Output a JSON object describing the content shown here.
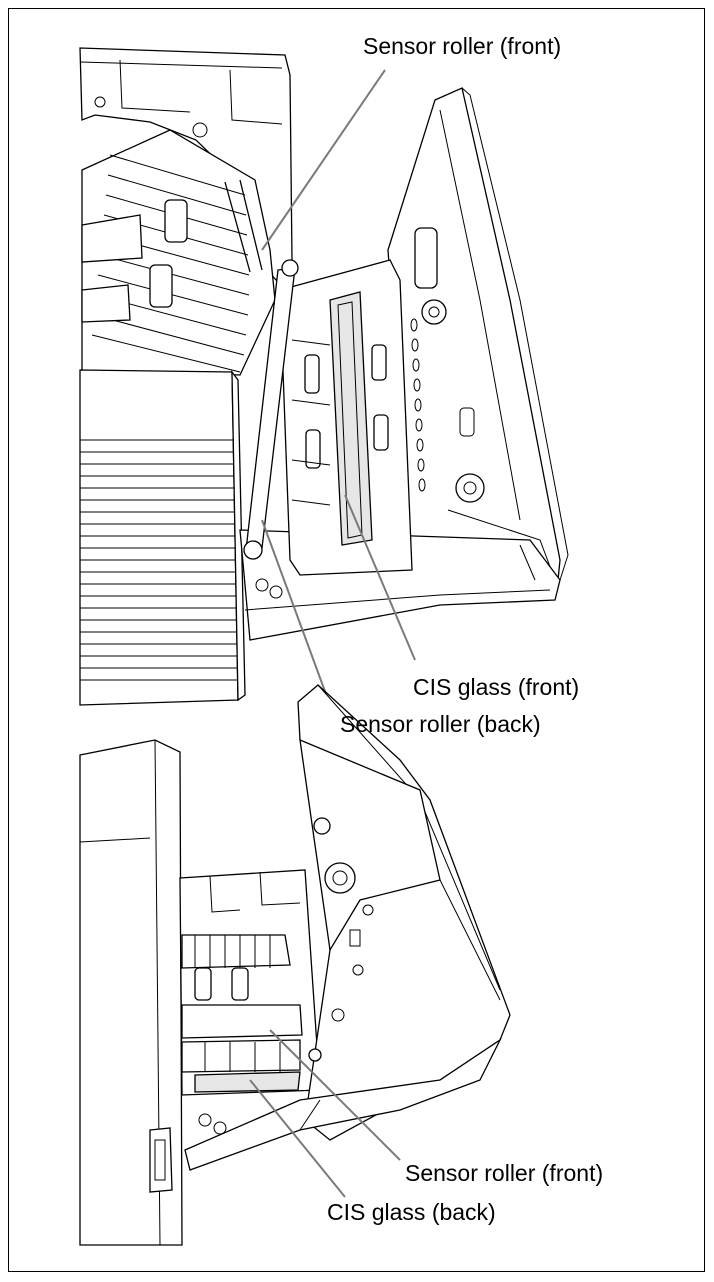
{
  "figure": {
    "top_view": {
      "labels": {
        "sensor_roller_front": "Sensor roller (front)",
        "cis_glass_front": "CIS glass (front)",
        "sensor_roller_back": "Sensor roller (back)"
      }
    },
    "bottom_view": {
      "labels": {
        "sensor_roller_front": "Sensor roller (front)",
        "cis_glass_back": "CIS glass (back)"
      }
    }
  }
}
